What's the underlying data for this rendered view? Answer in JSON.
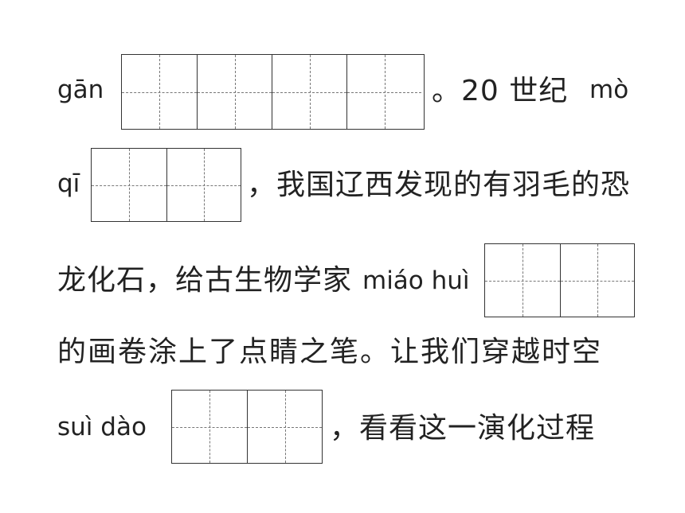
{
  "lines": [
    {
      "pinyin_1": "gān",
      "blank_1": {
        "cells": 4
      },
      "after_1": "。20 世纪",
      "pinyin_2": "mò"
    },
    {
      "pinyin_1": "qī",
      "blank_1": {
        "cells": 2
      },
      "after_1": "，我国辽西发现的有羽毛的恐"
    },
    {
      "before_1": "龙化石，给古生物学家",
      "pinyin_1": "miáo huì",
      "blank_1": {
        "cells": 2
      }
    },
    {
      "text": "的画卷涂上了点睛之笔。让我们穿越时空"
    },
    {
      "pinyin_1": "suì dào",
      "blank_1": {
        "cells": 2
      },
      "after_1": "，看看这一演化过程"
    }
  ]
}
